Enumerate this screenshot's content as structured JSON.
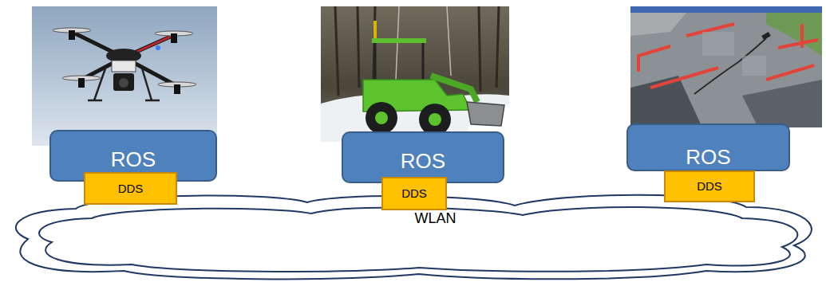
{
  "diagram": {
    "nodes": [
      {
        "text": [
          "ROS"
        ]
      },
      {
        "text": [
          "DDS"
        ],
        "in": 0
      },
      {
        "text": [
          "ROS"
        ]
      },
      {
        "text": [
          "DDS"
        ],
        "in": 2
      },
      {
        "text": [
          "ROS"
        ]
      },
      {
        "text": [
          "DDS"
        ],
        "in": 4
      },
      {
        "text": [
          "WLAN"
        ]
      }
    ]
  }
}
